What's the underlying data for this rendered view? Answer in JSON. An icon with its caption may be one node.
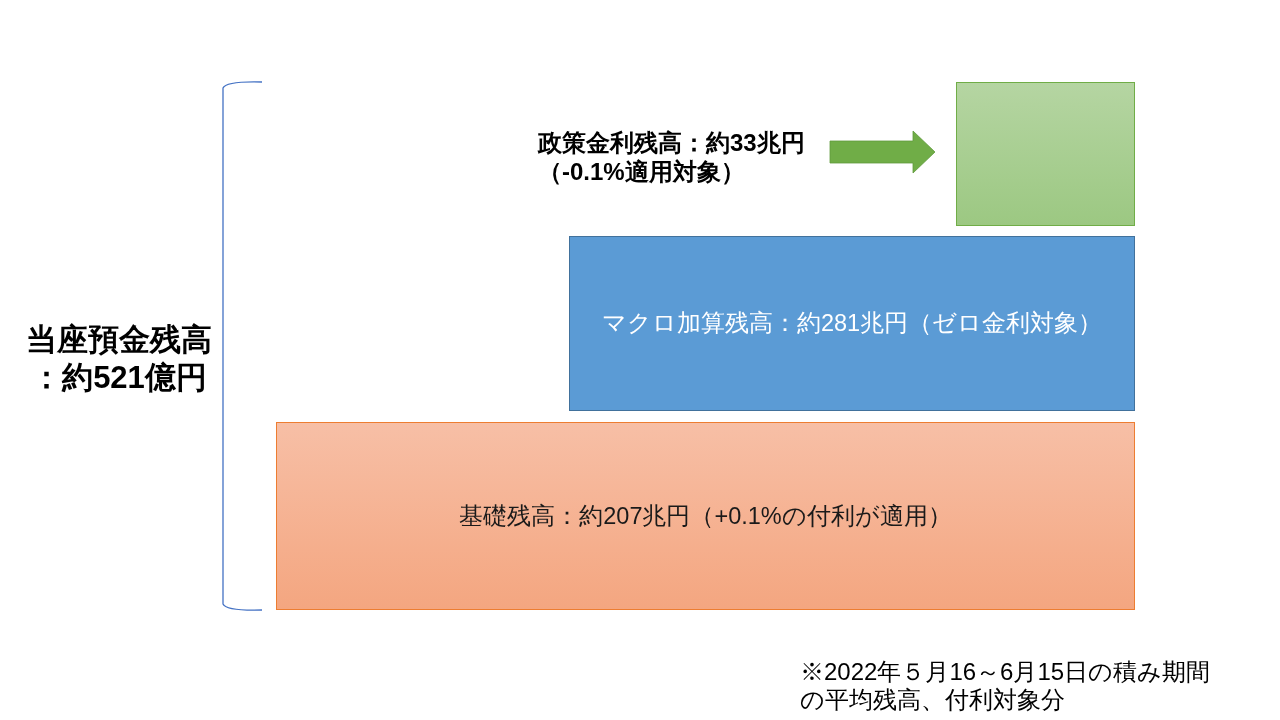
{
  "diagram": {
    "nodes": [
      {
        "text": [
          "政策金利残高：約33兆円（-0.1%適用対象）"
        ]
      },
      {
        "text": [],
        "shape": "box"
      },
      {
        "text": [
          "マクロ加算残高：約281兆円（ゼロ金利対象）"
        ]
      },
      {
        "text": [
          "基礎残高：約207兆円（+0.1%の付利が適用）"
        ]
      }
    ],
    "edges": [
      {
        "from": 0,
        "to": 1,
        "arrow": "to",
        "style": "thick"
      }
    ],
    "labels": [
      "当座預金残高：約521億円",
      "※2022年５月16～6月15日の積み期間の平均残高、付利対象分"
    ]
  }
}
